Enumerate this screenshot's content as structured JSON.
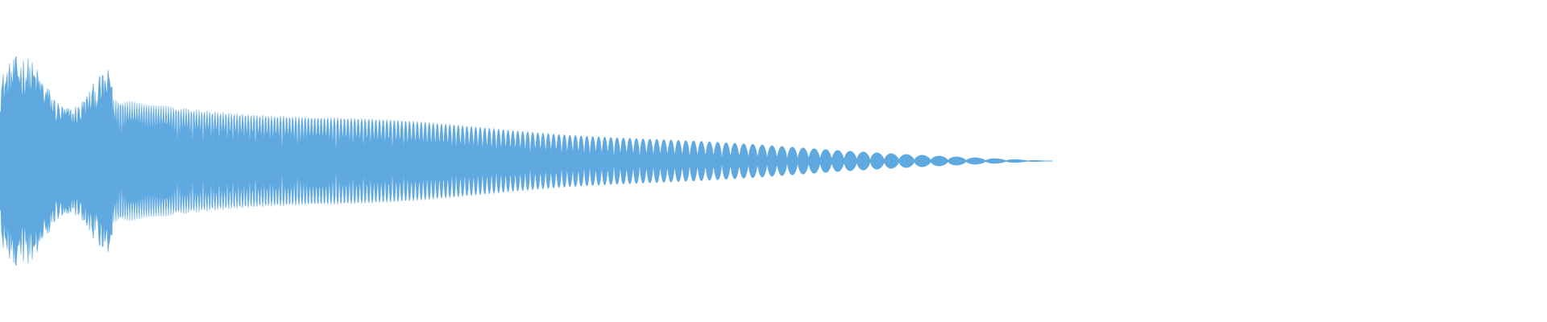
{
  "waveform": {
    "color": "#5fa9e0",
    "background": "#ffffff",
    "sound_duration_fraction": 0.68,
    "initial_amplitude_fraction": 0.62,
    "body_amplitude_fraction": 0.44,
    "onset_noise": true
  }
}
